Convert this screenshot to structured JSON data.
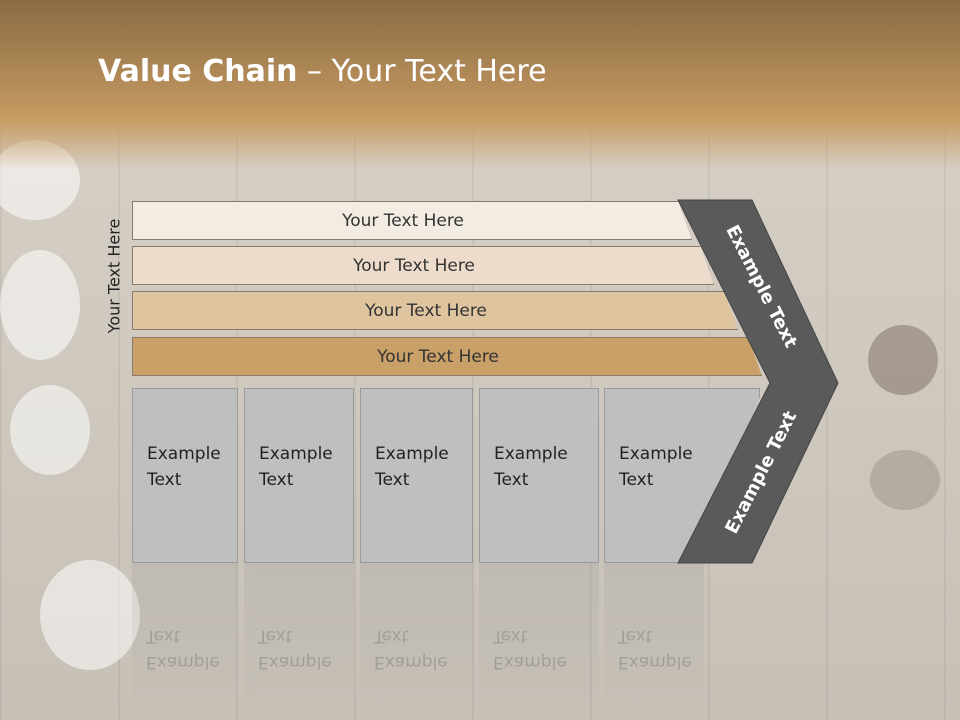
{
  "slide": {
    "title_bold": "Value Chain",
    "title_rest": " – Your Text Here",
    "vertical_label": "Your Text Here",
    "rows": [
      {
        "label": "Your Text Here",
        "color": "#f3ece3"
      },
      {
        "label": "Your Text Here",
        "color": "#eddccb"
      },
      {
        "label": "Your Text Here",
        "color": "#dfc4a0"
      },
      {
        "label": "Your Text Here",
        "color": "#c9a068"
      }
    ],
    "columns": [
      {
        "label": "Example\nText"
      },
      {
        "label": "Example\nText"
      },
      {
        "label": "Example\nText"
      },
      {
        "label": "Example\nText"
      },
      {
        "label": "Example\nText"
      }
    ],
    "chevron_top_label": "Example Text",
    "chevron_bottom_label": "Example Text",
    "colors": {
      "header": "#b08957",
      "chevron": "#5a5a5a",
      "column_fill": "#bfbfbf"
    }
  }
}
